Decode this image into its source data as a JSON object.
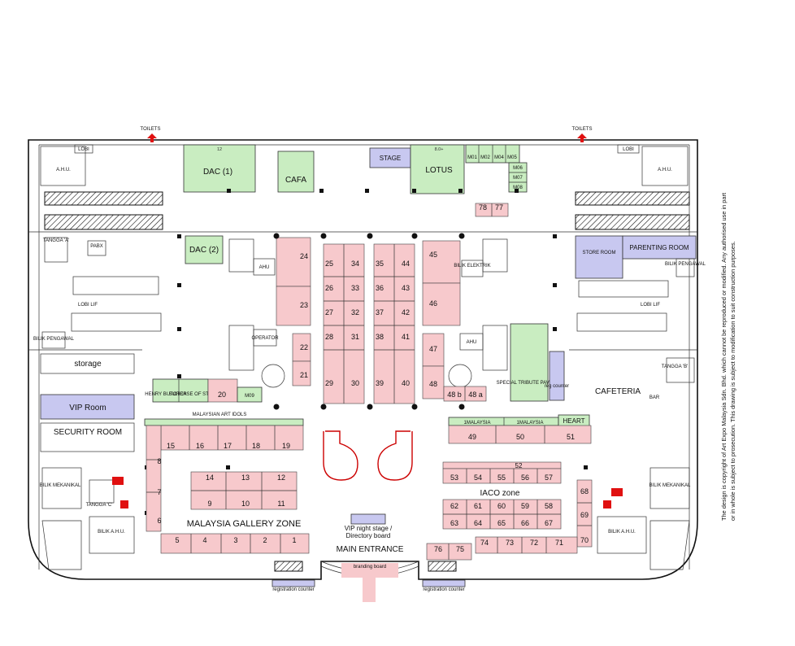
{
  "labels": {
    "toilets_left": "TOILETS",
    "toilets_right": "TOILETS",
    "lobi_left": "LOBI",
    "lobi_right": "LOBI",
    "ahu_left": "A.H.U.",
    "ahu_right": "A.H.U.",
    "dac1": "DAC (1)",
    "dac1_size": "12",
    "cafa": "CAFA",
    "stage": "STAGE",
    "lotus": "LOTUS",
    "lotus_size": "8.0+",
    "dac2": "DAC (2)",
    "store_room": "STORE ROOM",
    "parenting_room": "PARENTING ROOM",
    "tangga_a": "TANGGA 'A'",
    "pabx": "PABX",
    "lobi_lif_left": "LOBI LIF",
    "lobi_lif_right": "LOBI LIF",
    "bilik_pengawal_left": "BILIK PENGAWAL",
    "bilik_pengawal_right": "BILIK PENGAWAL",
    "bilik_elektrik": "BILIK ELEKTRIK",
    "ahu_small_left": "AHU",
    "ahu_small_right": "AHU",
    "operator": "OPERATOR",
    "storage": "storage",
    "vip_room": "VIP Room",
    "security_room": "SECURITY ROOM",
    "henry_butcher": "HENRY BUTCHER",
    "suitcase_of_stuff": "SUITCASE OF STUFF",
    "m09": "M09",
    "special_tribute": "SPECIAL TRIBUTE PAVILION",
    "reg_counter": "reg counter",
    "cafeteria": "CAFETERIA",
    "malaysian_art_idols": "MALAYSIAN ART IDOLS",
    "onemalaysia_1": "1MALAYSIA",
    "onemalaysia_2": "1MALAYSIA",
    "heart": "HEART",
    "iaco_zone": "IACO zone",
    "malaysia_gallery_zone": "MALAYSIA GALLERY ZONE",
    "vip_night_stage": "VIP night stage /",
    "directory_board": "Directory board",
    "main_entrance": "MAIN ENTRANCE",
    "branding_board": "branding board",
    "registration_counter_left": "registration counter",
    "registration_counter_right": "registration counter",
    "bilik_mekanikal_left": "BILIK MEKANIKAL",
    "bilik_mekanikal_right": "BILIK MEKANIKAL",
    "bilik_ahu_left": "BILIK A.H.U.",
    "bilik_ahu_right": "BILIK A.H.U.",
    "tangga_b": "TANGGA 'B'",
    "tangga_c": "TANGGA 'C'",
    "bar": "BAR",
    "m_codes": [
      "M01",
      "M02",
      "M04",
      "M05",
      "M06",
      "M07",
      "M08"
    ],
    "copyright_line1": "The design is copyright of Art Expo Malaysia Sdn. Bhd. which cannot be reproduced or modified. Any authorised use in part",
    "copyright_line2": "or in whole is subject to prosecution. This drawing is subject to modification to suit construction purposes."
  },
  "booths": {
    "left_column": [
      "24",
      "23",
      "22",
      "21"
    ],
    "aisle_a": [
      "25",
      "26",
      "27",
      "28",
      "29"
    ],
    "aisle_b": [
      "34",
      "33",
      "32",
      "31",
      "30"
    ],
    "aisle_c": [
      "35",
      "36",
      "37",
      "38",
      "39"
    ],
    "aisle_d": [
      "44",
      "43",
      "42",
      "41",
      "40"
    ],
    "right_column": [
      "45",
      "46",
      "47",
      "48"
    ],
    "top_small": [
      "78",
      "77"
    ],
    "pavilion_pair": [
      "48 b",
      "48 a"
    ],
    "idols_row": [
      "15",
      "16",
      "17",
      "18",
      "19"
    ],
    "gallery_left": [
      "8",
      "7",
      "6"
    ],
    "gallery_upper": [
      "14",
      "13",
      "12"
    ],
    "gallery_lower": [
      "9",
      "10",
      "11"
    ],
    "gallery_bottom": [
      "5",
      "4",
      "3",
      "2",
      "1"
    ],
    "henry_row": [
      "20"
    ],
    "iaco_top": [
      "49",
      "50",
      "51"
    ],
    "iaco_52": [
      "52"
    ],
    "iaco_row1": [
      "53",
      "54",
      "55",
      "56",
      "57"
    ],
    "iaco_row2": [
      "62",
      "61",
      "60",
      "59",
      "58"
    ],
    "iaco_row3": [
      "63",
      "64",
      "65",
      "66",
      "67"
    ],
    "iaco_right": [
      "68",
      "69",
      "70"
    ],
    "iaco_bottom": [
      "74",
      "73",
      "72",
      "71"
    ],
    "entrance_pair": [
      "76",
      "75"
    ]
  },
  "colors": {
    "booth_fill": "#f7c9cc",
    "green_fill": "#c9edc1",
    "blue_fill": "#c8c8f0",
    "arrow_red": "#e01010"
  }
}
